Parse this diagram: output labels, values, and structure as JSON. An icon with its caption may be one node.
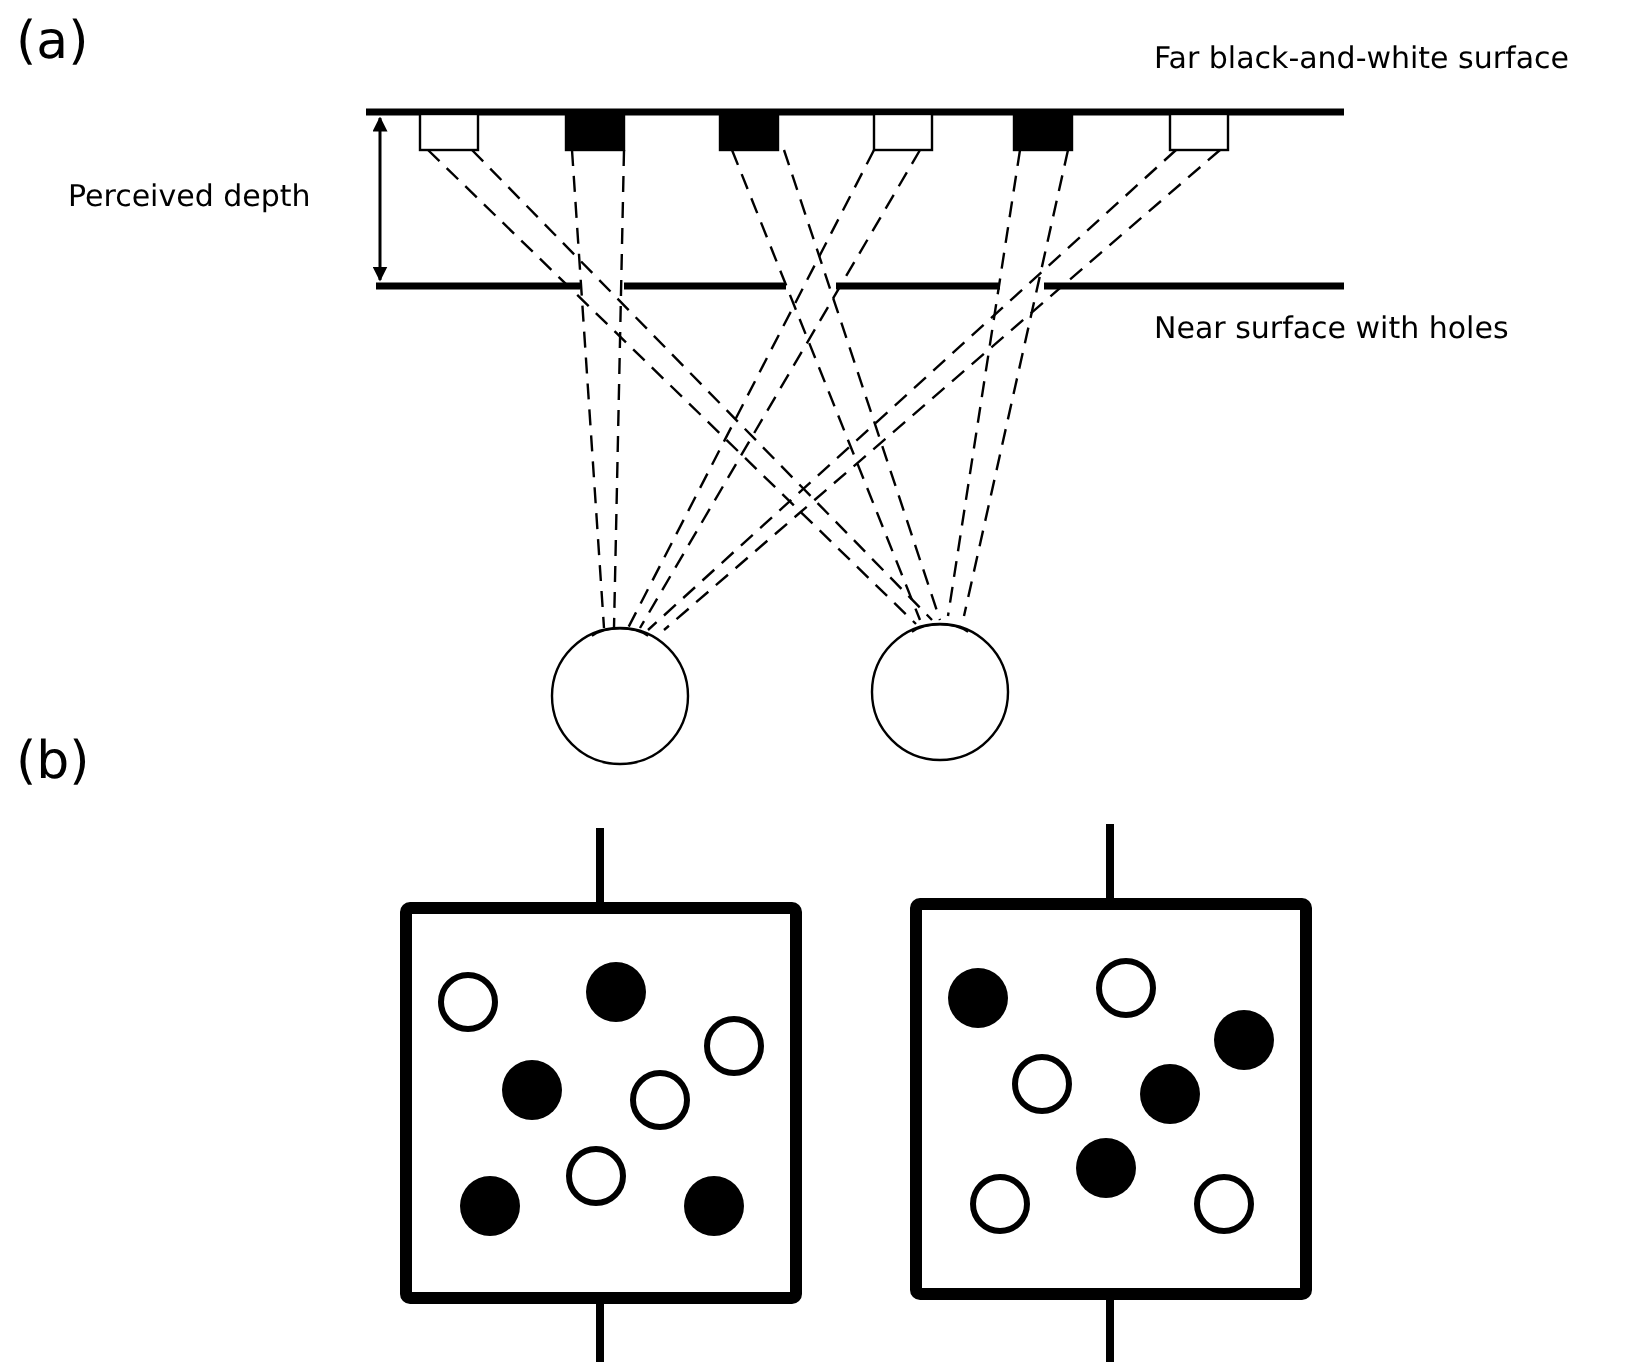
{
  "diagram": {
    "labels": [
      "(a)",
      "Far black-and-white surface",
      "Perceived depth",
      "Near surface with holes",
      "(b)"
    ]
  }
}
